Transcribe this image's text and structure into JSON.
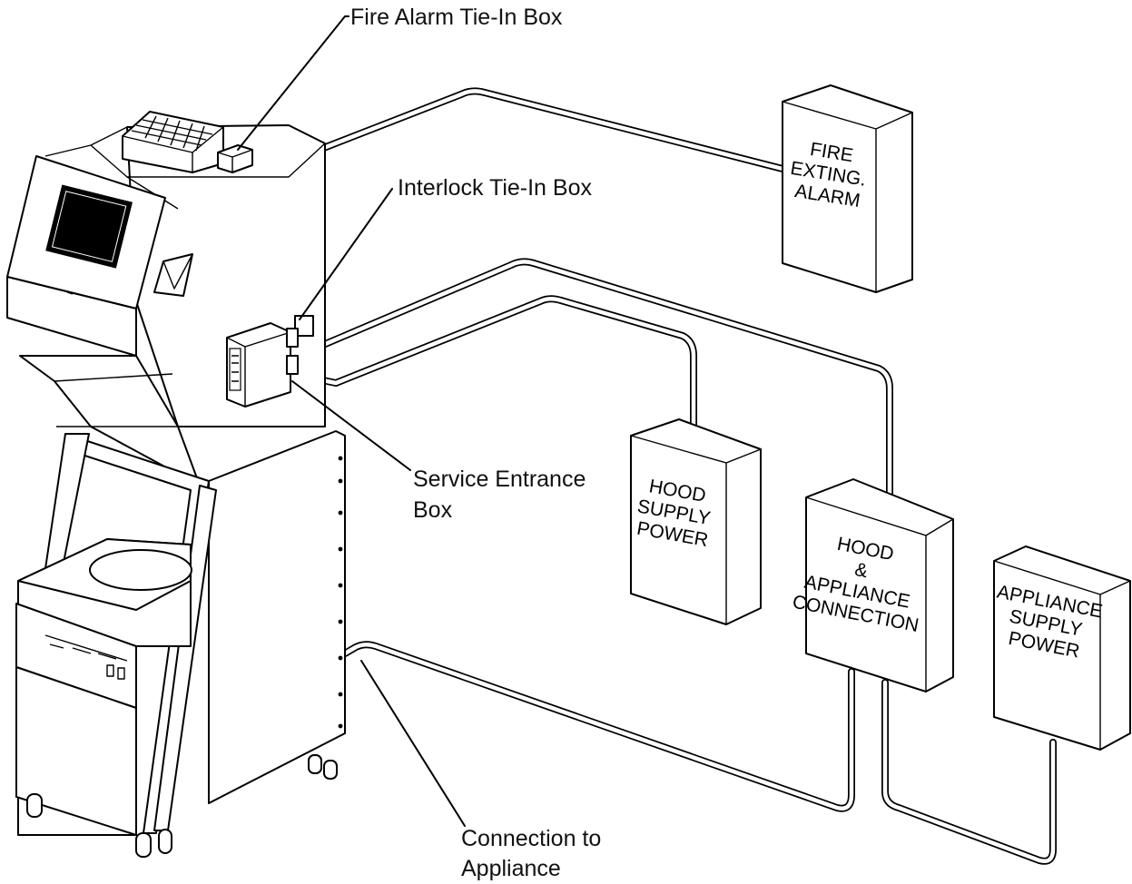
{
  "callouts": {
    "fire_alarm_tie_in": "Fire Alarm Tie-In Box",
    "interlock_tie_in": "Interlock Tie-In Box",
    "service_entrance_line1": "Service Entrance",
    "service_entrance_line2": "Box",
    "connection_line1": "Connection to",
    "connection_line2": "Appliance"
  },
  "boxes": {
    "fire_exting_alarm": [
      "FIRE",
      "EXTING.",
      "ALARM"
    ],
    "hood_supply_power": [
      "HOOD",
      "SUPPLY",
      "POWER"
    ],
    "hood_appliance_connection": [
      "HOOD",
      "&",
      "APPLIANCE",
      "CONNECTION"
    ],
    "appliance_supply_power": [
      "APPLIANCE",
      "SUPPLY",
      "POWER"
    ]
  }
}
